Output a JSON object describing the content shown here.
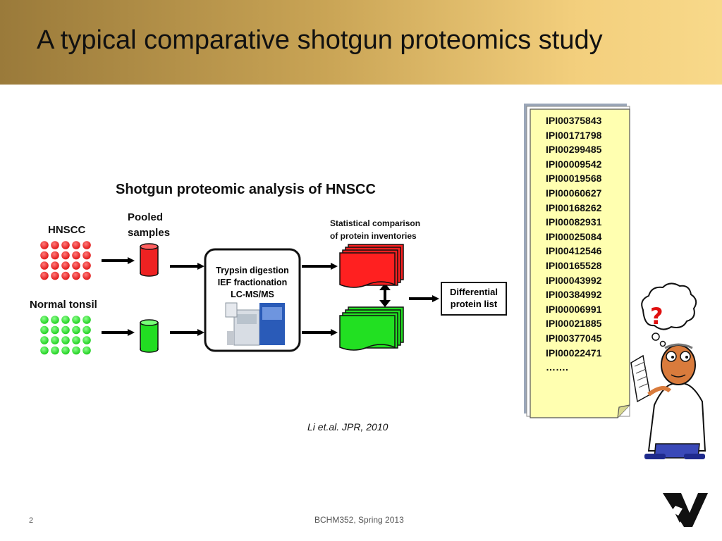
{
  "slide": {
    "title": "A typical comparative shotgun proteomics study",
    "page_number": "2",
    "footer": "BCHM352, Spring 2013",
    "citation": "Li et.al. JPR, 2010"
  },
  "diagram": {
    "title": "Shotgun proteomic analysis of HNSCC",
    "group_hnscc": "HNSCC",
    "group_normal": "Normal tonsil",
    "pooled_line1": "Pooled",
    "pooled_line2": "samples",
    "process_line1": "Trypsin digestion",
    "process_line2": "IEF fractionation",
    "process_line3": "LC-MS/MS",
    "stat_line1": "Statistical comparison",
    "stat_line2": "of protein inventories",
    "diff_line1": "Differential",
    "diff_line2": "protein list"
  },
  "ipi_list": [
    "IPI00375843",
    "IPI00171798",
    "IPI00299485",
    "IPI00009542",
    "IPI00019568",
    "IPI00060627",
    "IPI00168262",
    "IPI00082931",
    "IPI00025084",
    "IPI00412546",
    "IPI00165528",
    "IPI00043992",
    "IPI00384992",
    "IPI00006991",
    "IPI00021885",
    "IPI00377045",
    "IPI00022471",
    "……."
  ],
  "cartoon": {
    "question_mark": "?"
  },
  "colors": {
    "hnscc_red": "#ee2b2b",
    "normal_green": "#33dd33",
    "list_paper": "#ffffb0",
    "title_band_dark": "#9a7a3a",
    "title_band_light": "#f8d98a"
  }
}
